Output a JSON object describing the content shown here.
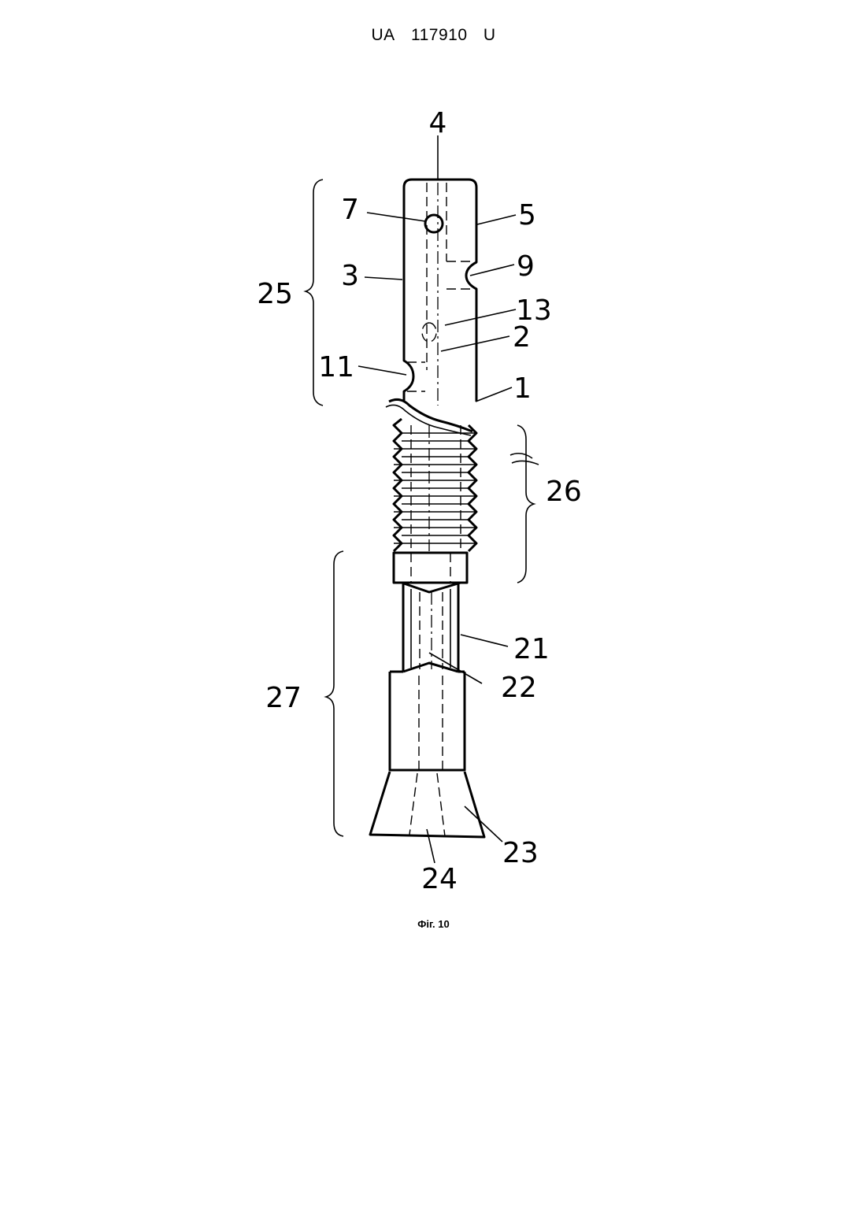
{
  "header": {
    "country": "UA",
    "number": "117910",
    "kind": "U"
  },
  "figure": {
    "caption": "Фіг. 10",
    "labels": {
      "l1": "1",
      "l2": "2",
      "l3": "3",
      "l4": "4",
      "l5": "5",
      "l7": "7",
      "l9": "9",
      "l11": "11",
      "l13": "13",
      "l21": "21",
      "l22": "22",
      "l23": "23",
      "l24": "24",
      "l25": "25",
      "l26": "26",
      "l27": "27"
    }
  }
}
